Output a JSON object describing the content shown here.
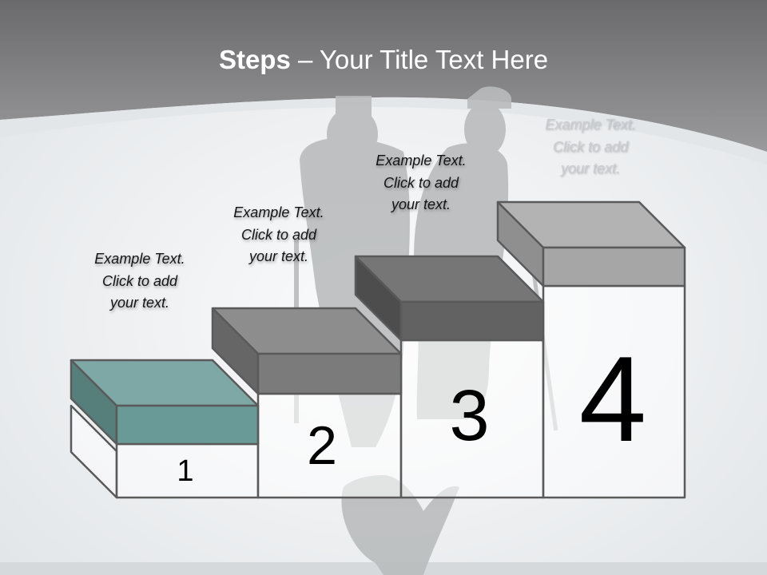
{
  "slide": {
    "title_bold": "Steps",
    "title_rest": " – Your Title Text Here",
    "steps": [
      {
        "number": "1",
        "caption": [
          "Example Text.",
          "Click  to add",
          "your text."
        ],
        "top_color": "#7ea8a6",
        "front_color": "#699a97",
        "side_color": "#567f7c"
      },
      {
        "number": "2",
        "caption": [
          "Example Text.",
          "Click  to add",
          "your text."
        ],
        "top_color": "#8d8d8d",
        "front_color": "#7b7b7b",
        "side_color": "#666666"
      },
      {
        "number": "3",
        "caption": [
          "Example Text.",
          "Click  to add",
          "your text."
        ],
        "top_color": "#767676",
        "front_color": "#626262",
        "side_color": "#4d4d4d"
      },
      {
        "number": "4",
        "caption": [
          "Example Text.",
          "Click  to add",
          "your text."
        ],
        "top_color": "#b3b3b3",
        "front_color": "#a6a6a6",
        "side_color": "#8f8f8f"
      }
    ]
  }
}
